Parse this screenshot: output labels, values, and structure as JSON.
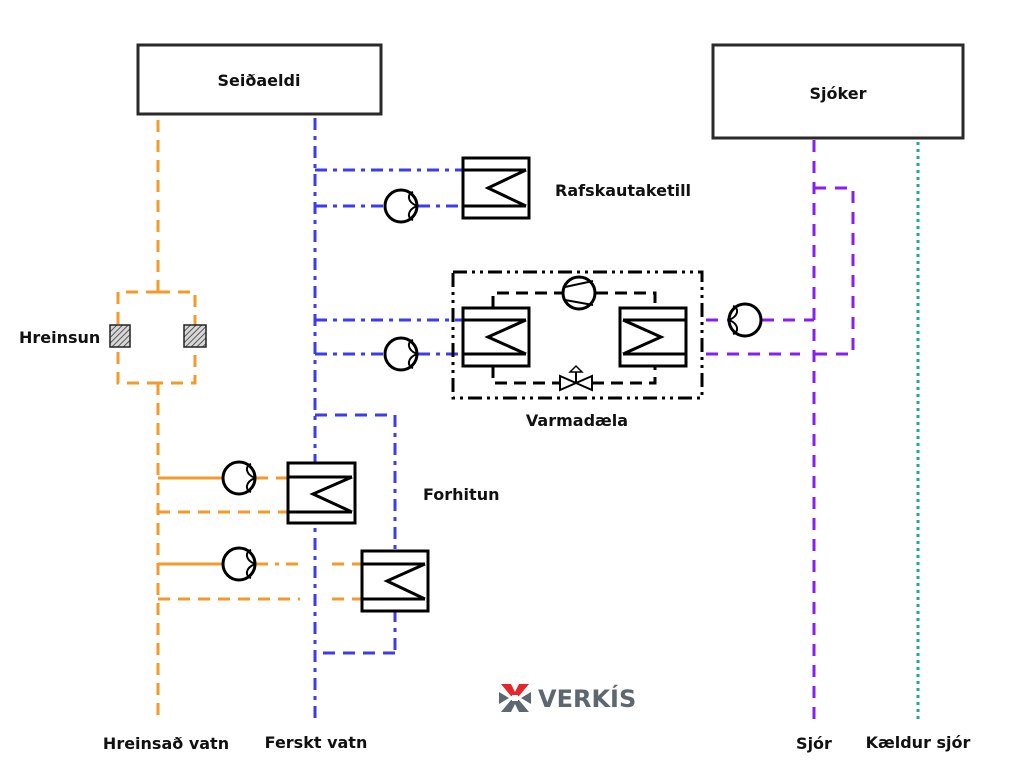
{
  "title": "Heat recovery flow diagram",
  "colors": {
    "cleaned_water": "#f39a2b",
    "fresh_water": "#3b3bf0",
    "seawater": "#8a1ef0",
    "cold_seawater": "#1aa899",
    "logo_red": "#e5262b",
    "logo_gray": "#5d6770"
  },
  "boxes": {
    "hatchery": "Seiðaeldi",
    "sea_tank": "Sjóker"
  },
  "components": {
    "electric_boiler": "Rafskautaketill",
    "heat_pump": "Varmadæla",
    "preheating": "Forhitun",
    "cleaning": "Hreinsun"
  },
  "legend": {
    "cleaned_water": "Hreinsað vatn",
    "fresh_water": "Ferskt vatn",
    "seawater": "Sjór",
    "cold_seawater": "Kældur sjór"
  },
  "logo": {
    "text": "VERKÍS",
    "icon": "verkis-star-icon"
  },
  "icons": {
    "pump": "pump-icon",
    "heat_exchanger": "heat-exchanger-icon",
    "compressor": "compressor-icon",
    "expansion_valve": "expansion-valve-icon",
    "filter": "filter-icon"
  }
}
